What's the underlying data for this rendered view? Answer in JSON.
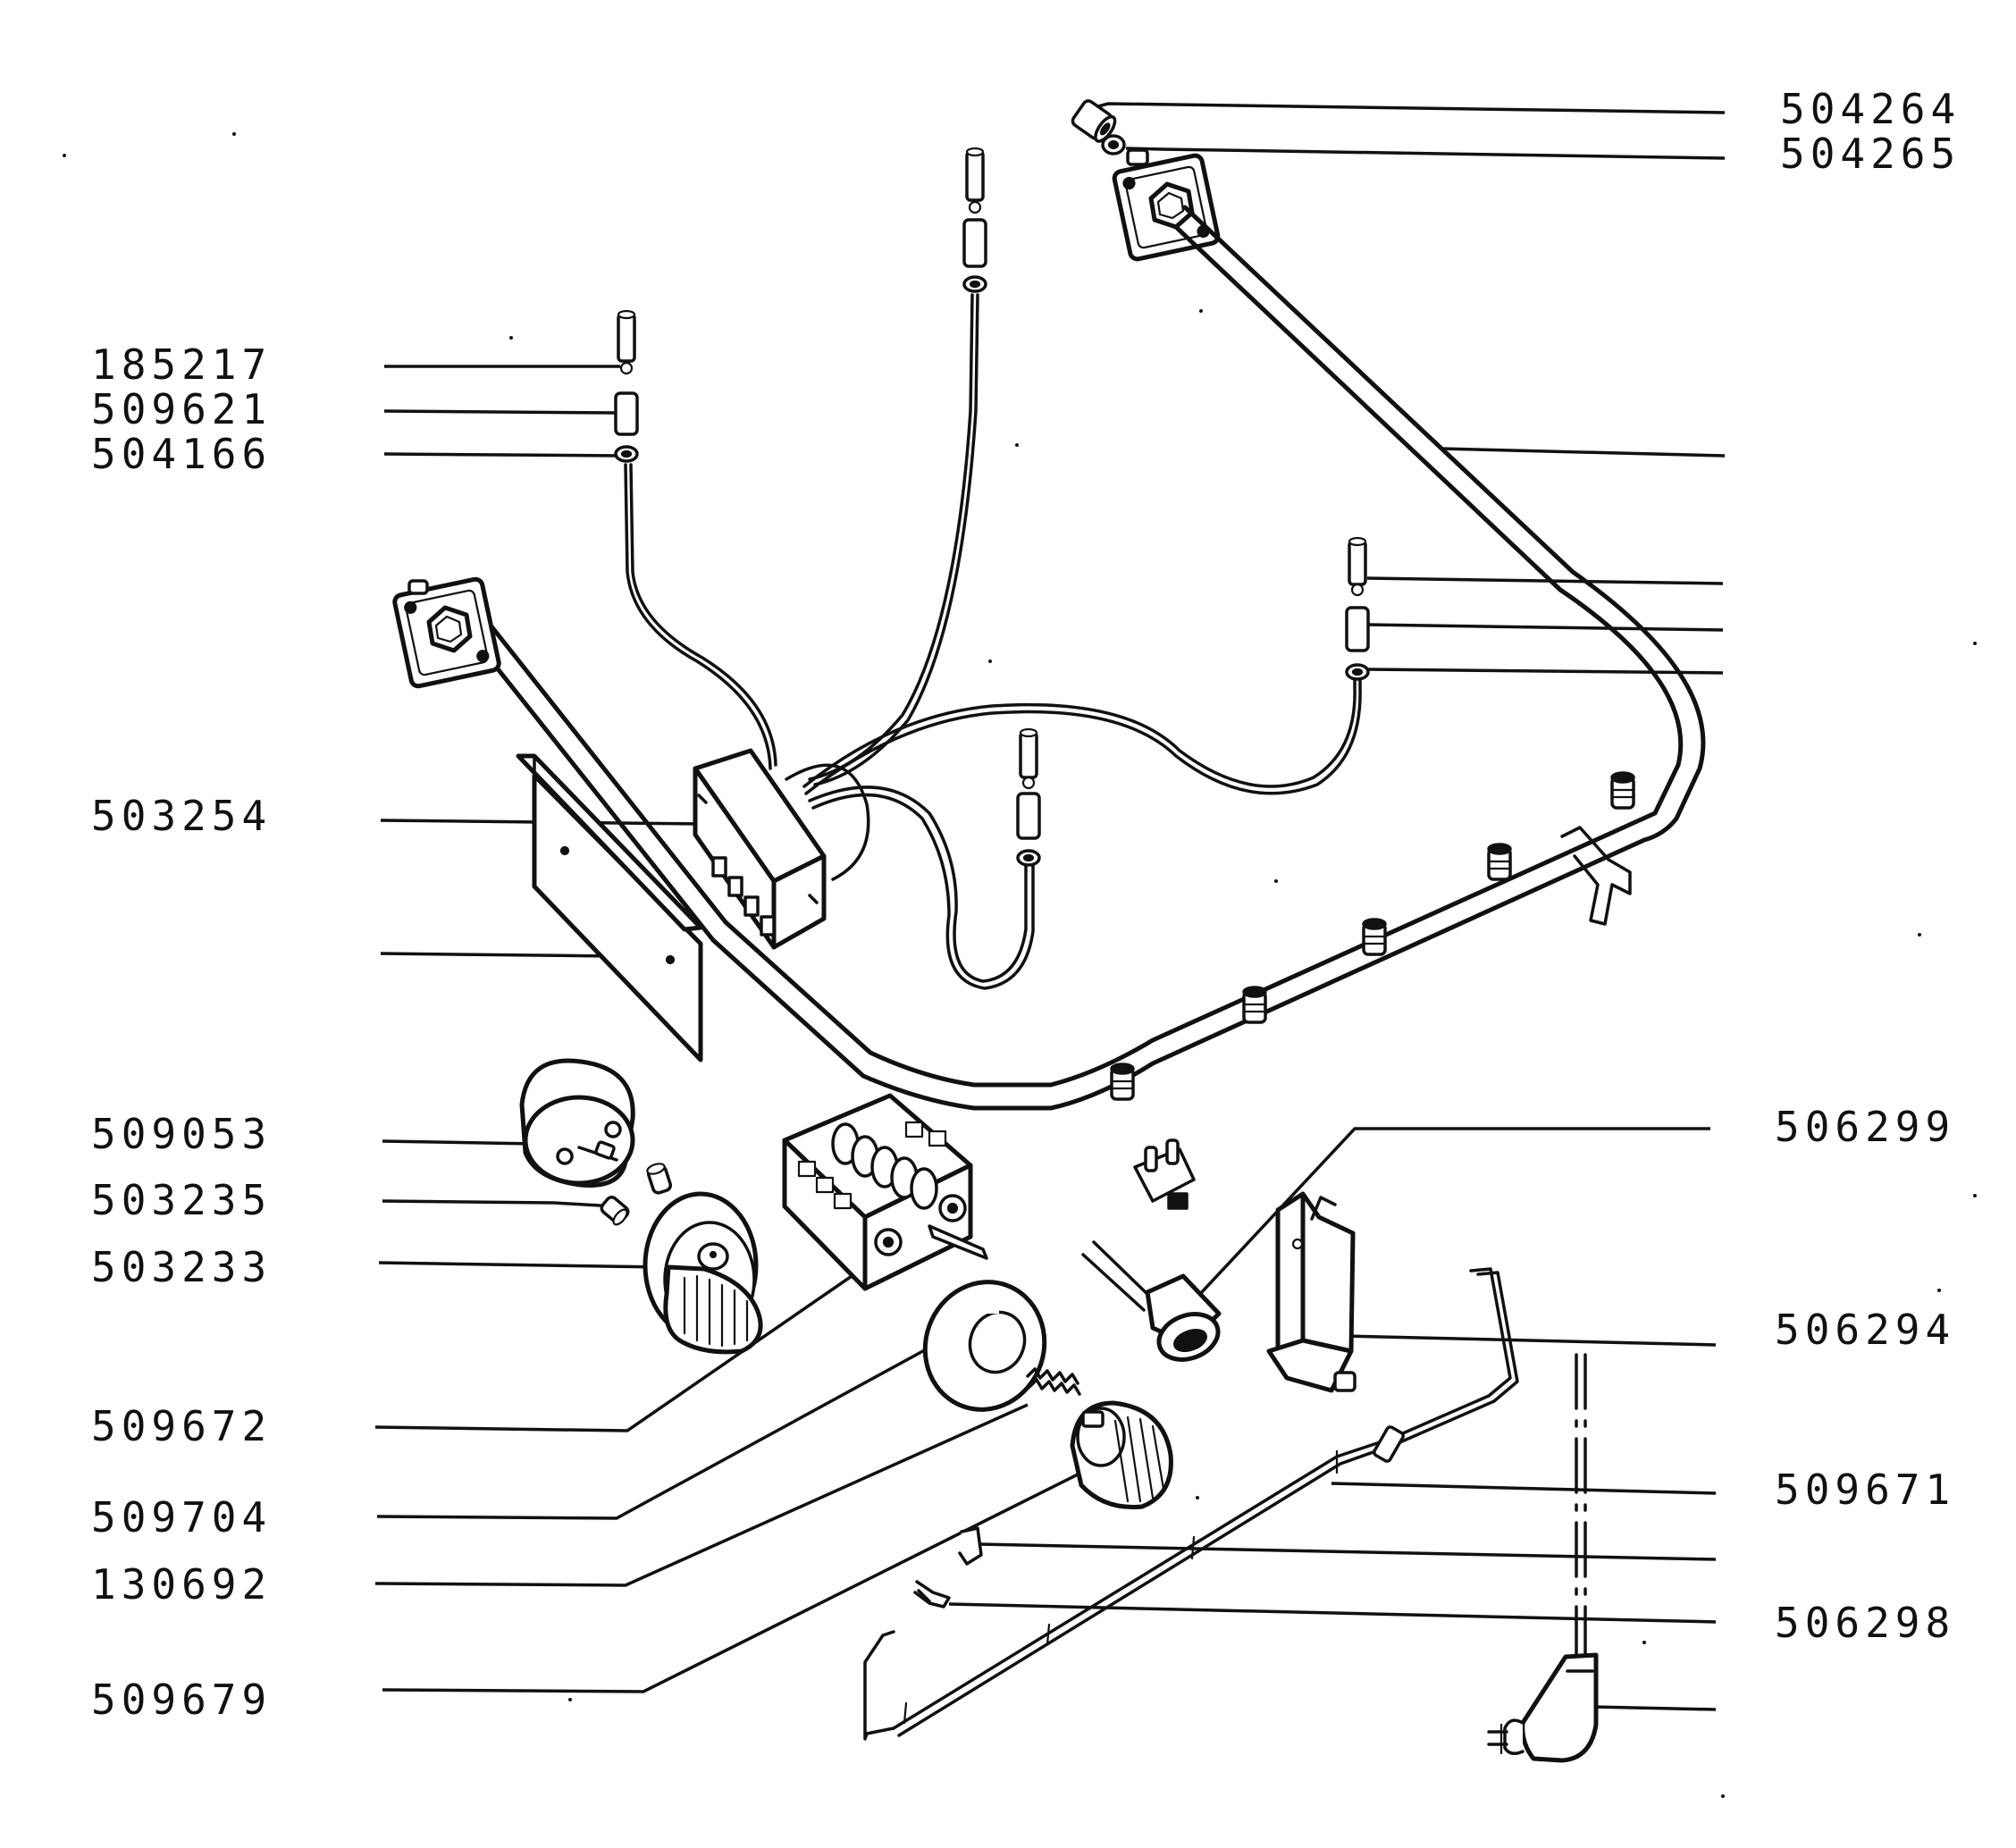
{
  "labels": {
    "l_504264": "504264",
    "l_504265": "504265",
    "l_185217": "185217",
    "l_509621": "509621",
    "l_504166": "504166",
    "l_503254": "503254",
    "l_509053": "509053",
    "l_503235": "503235",
    "l_503233": "503233",
    "l_509672": "509672",
    "l_509704": "509704",
    "l_130692": "130692",
    "l_509679": "509679",
    "l_506299": "506299",
    "l_506294": "506294",
    "l_509671": "509671",
    "l_506298": "506298"
  },
  "colors": {
    "ink": "#111111",
    "paper": "#ffffff"
  }
}
